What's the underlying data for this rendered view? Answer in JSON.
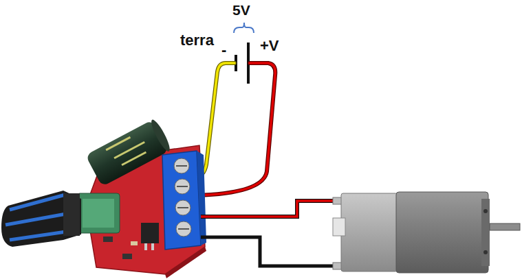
{
  "diagram": {
    "labels": [
      "5V",
      "terra",
      "-",
      "+V"
    ]
  }
}
